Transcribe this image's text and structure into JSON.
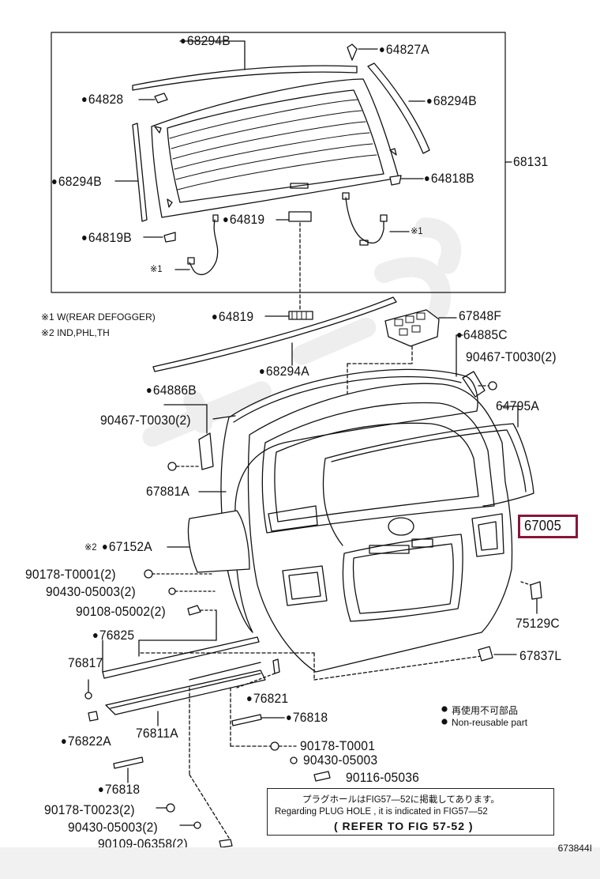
{
  "diagram": {
    "code": "673844I",
    "highlight_color": "#8a1538",
    "callout": "67005",
    "labels": {
      "p68294B_top": "68294B",
      "p64827A": "64827A",
      "p64828": "64828",
      "p68294B_right": "68294B",
      "p68131": "68131",
      "p68294B_left": "68294B",
      "p64818B": "64818B",
      "p64819_a": "64819",
      "p64819B": "64819B",
      "p64819_b": "64819",
      "p67848F": "67848F",
      "p64885C": "64885C",
      "p90467_r": "90467-T0030(2)",
      "p68294A": "68294A",
      "p64886B": "64886B",
      "p64795A": "64795A",
      "p90467_l": "90467-T0030(2)",
      "p67881A": "67881A",
      "p67152A": "67152A",
      "p90178_T0001_2": "90178-T0001(2)",
      "p90430_05003_2a": "90430-05003(2)",
      "p90108": "90108-05002(2)",
      "p76825": "76825",
      "p75129C": "75129C",
      "p76817": "76817",
      "p67837L": "67837L",
      "p76821": "76821",
      "p76818_a": "76818",
      "p76822A": "76822A",
      "p76811A": "76811A",
      "p90178_T0001": "90178-T0001",
      "p90430_05003": "90430-05003",
      "p90116": "90116-05036",
      "p76818_b": "76818",
      "p90178_T0023": "90178-T0023(2)",
      "p90430_05003_2b": "90430-05003(2)",
      "p90109": "90109-06358(2)"
    },
    "marks": {
      "note1": "※1",
      "note2": "※2"
    },
    "legend": {
      "note1": "※1  W(REAR DEFOGGER)",
      "note2": "※2  IND,PHL,TH",
      "nonreusable_jp": "再使用不可部品",
      "nonreusable_en": "Non-reusable part"
    },
    "note": {
      "line1": "プラグホールはFIG57―52に掲載してあります。",
      "line2": "Regarding  PLUG HOLE , it is indicated  in FIG57―52",
      "line3": "( REFER TO FIG 57-52 )"
    }
  }
}
